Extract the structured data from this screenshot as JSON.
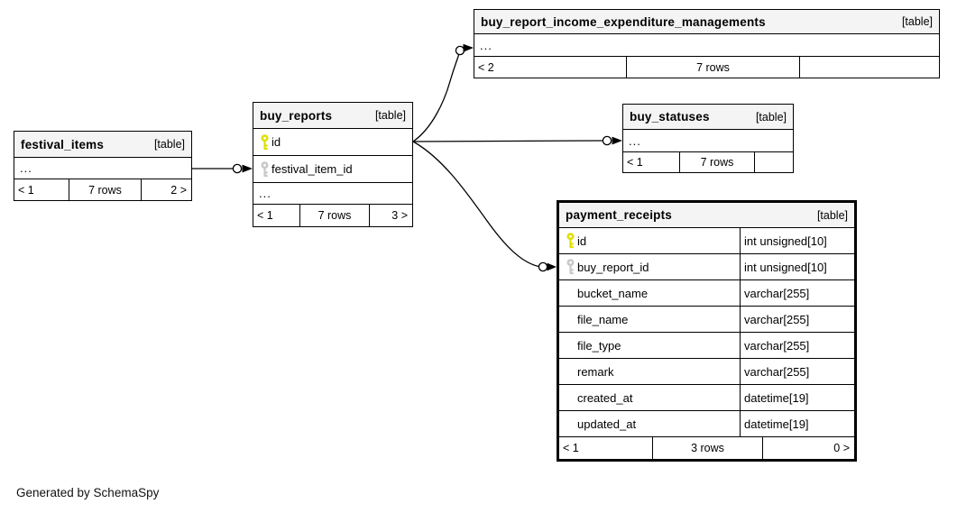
{
  "diagram": {
    "generated_note": "Generated by SchemaSpy",
    "colors": {
      "background": "#ffffff",
      "table_header_bg": "#f4f4f4",
      "border": "#000000",
      "primary_key_icon": "#dfe000",
      "foreign_key_icon": "#c8c8c8",
      "line": "#000000"
    },
    "tables": [
      {
        "name": "buy_report_income_expenditure_managements",
        "tag": "[table]",
        "ellipsis": "...",
        "footer": [
          "< 2",
          "7 rows",
          ""
        ]
      },
      {
        "name": "festival_items",
        "tag": "[table]",
        "ellipsis": "...",
        "footer": [
          "< 1",
          "7 rows",
          "2 >"
        ]
      },
      {
        "name": "buy_reports",
        "tag": "[table]",
        "columns": [
          {
            "name": "id",
            "key": "primary"
          },
          {
            "name": "festival_item_id",
            "key": "foreign"
          }
        ],
        "ellipsis": "...",
        "footer": [
          "< 1",
          "7 rows",
          "3 >"
        ]
      },
      {
        "name": "buy_statuses",
        "tag": "[table]",
        "ellipsis": "...",
        "footer": [
          "< 1",
          "7 rows",
          ""
        ]
      },
      {
        "name": "payment_receipts",
        "tag": "[table]",
        "columns": [
          {
            "name": "id",
            "type": "int unsigned[10]",
            "key": "primary"
          },
          {
            "name": "buy_report_id",
            "type": "int unsigned[10]",
            "key": "foreign"
          },
          {
            "name": "bucket_name",
            "type": "varchar[255]",
            "key": ""
          },
          {
            "name": "file_name",
            "type": "varchar[255]",
            "key": ""
          },
          {
            "name": "file_type",
            "type": "varchar[255]",
            "key": ""
          },
          {
            "name": "remark",
            "type": "varchar[255]",
            "key": ""
          },
          {
            "name": "created_at",
            "type": "datetime[19]",
            "key": ""
          },
          {
            "name": "updated_at",
            "type": "datetime[19]",
            "key": ""
          }
        ],
        "footer": [
          "< 1",
          "3 rows",
          "0 >"
        ]
      }
    ],
    "relationships": [
      {
        "from": "festival_items",
        "to": "buy_reports.festival_item_id"
      },
      {
        "from": "buy_reports.id",
        "to": "buy_report_income_expenditure_managements"
      },
      {
        "from": "buy_reports.id",
        "to": "buy_statuses"
      },
      {
        "from": "buy_reports.id",
        "to": "payment_receipts.buy_report_id"
      }
    ]
  }
}
